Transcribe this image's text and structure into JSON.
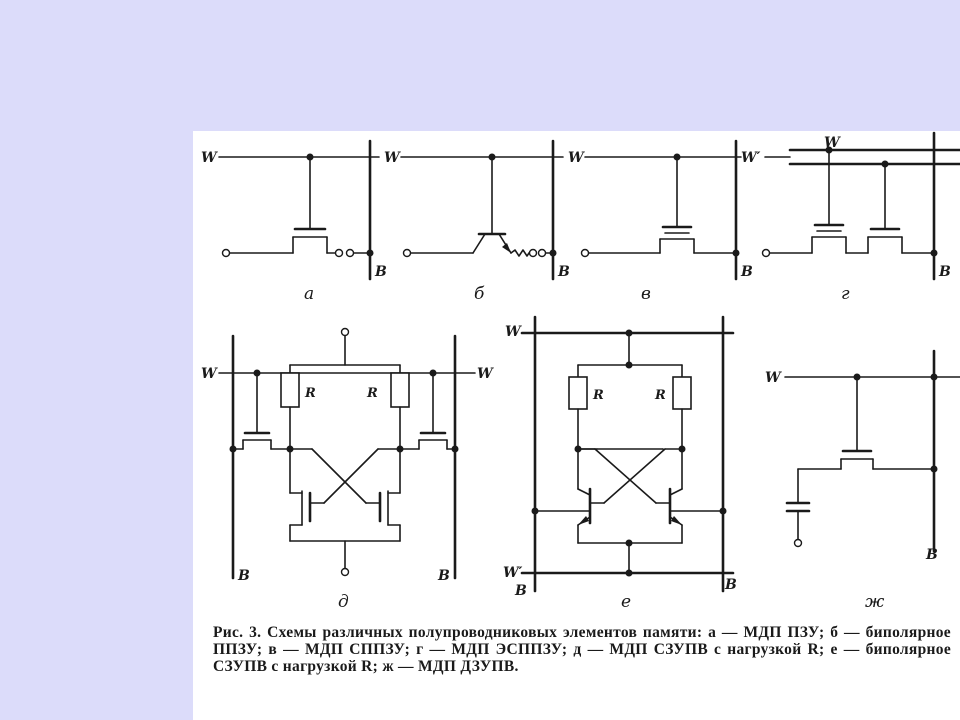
{
  "labels": {
    "word_line": "W",
    "word_line_prime": "W′",
    "bit_line": "B",
    "resistor": "R"
  },
  "subfigures": {
    "a": "а",
    "b": "б",
    "v": "в",
    "g": "г",
    "d": "д",
    "e": "е",
    "zh": "ж"
  },
  "caption": {
    "figure_number": "Рис. 3.",
    "text": "Схемы различных полупроводниковых элементов памяти: а — МДП ПЗУ; б — биполярное ППЗУ; в — МДП СППЗУ; г — МДП ЭСППЗУ; д — МДП СЗУПВ с нагрузкой R; е — биполярное СЗУПВ с нагрузкой R; ж — МДП ДЗУПВ."
  },
  "colors": {
    "slide_background": "#dcdcfa",
    "figure_background": "#ffffff",
    "ink": "#1a1a1a"
  }
}
